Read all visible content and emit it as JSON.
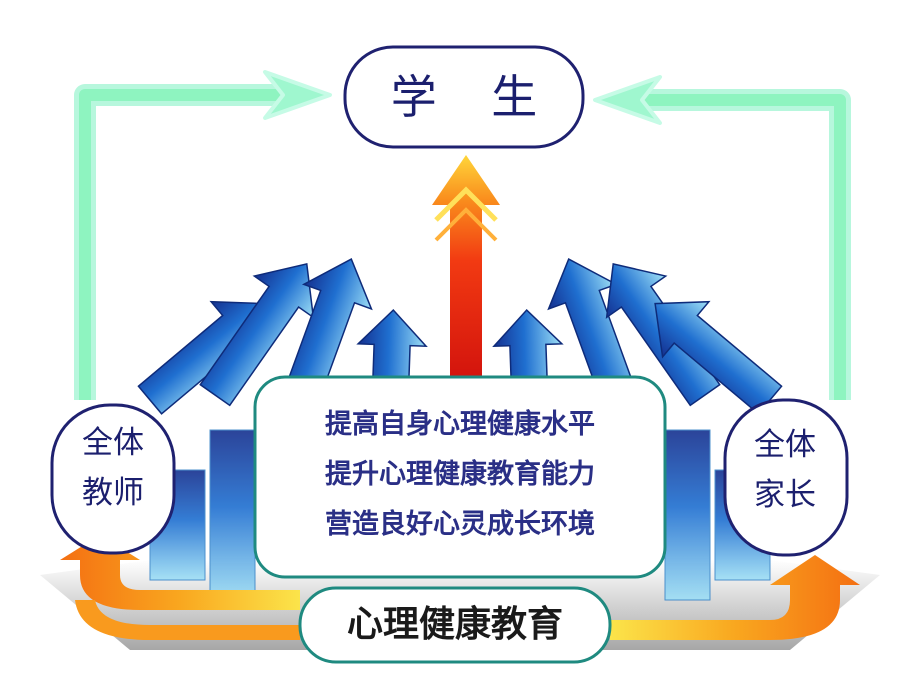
{
  "top_node": {
    "label": "学 生"
  },
  "center_node": {
    "lines": [
      "提高自身心理健康水平",
      "提升心理健康教育能力",
      "营造良好心灵成长环境"
    ]
  },
  "left_node": {
    "line1": "全体",
    "line2": "教师"
  },
  "right_node": {
    "line1": "全体",
    "line2": "家长"
  },
  "bottom_node": {
    "label": "心理健康教育"
  },
  "colors": {
    "node_border": "#1f2170",
    "teal_border": "#1f8a80",
    "feedback_arrow": "#9ff7cf",
    "blue_arrow": "#1a6fc9",
    "red_arrow": "#e01810",
    "orange_arrow": "#f7a21b"
  }
}
